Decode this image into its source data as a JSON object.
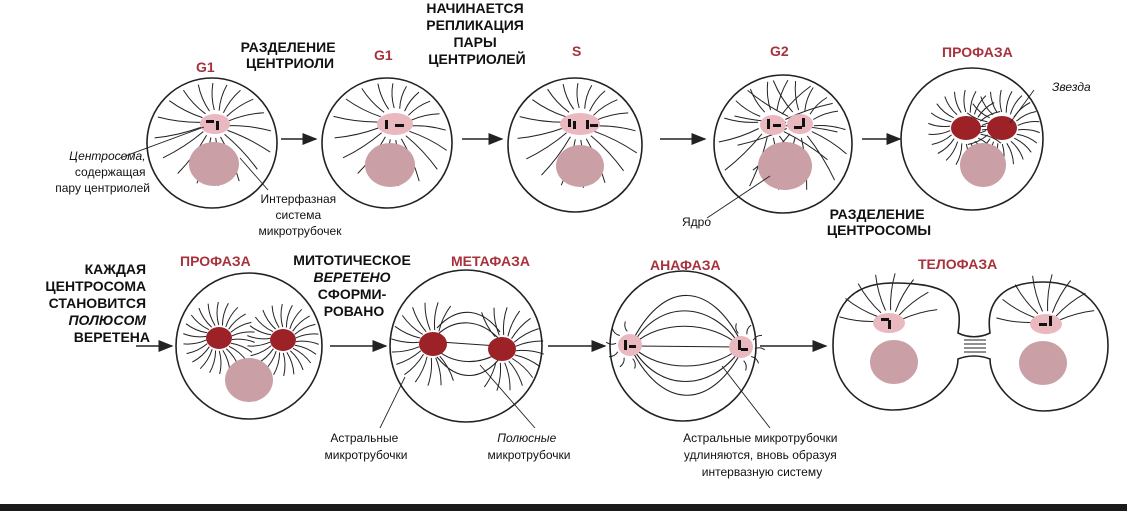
{
  "colors": {
    "nucleus": "#caa0a6",
    "centrosome": "#eab8bf",
    "aster": "#9d2227",
    "phase_label": "#a8323c"
  },
  "stages_top": {
    "g1a": "G1",
    "g1b": "G1",
    "s": "S",
    "g2": "G2",
    "prophase": "ПРОФАЗА"
  },
  "captions_top": {
    "centriole_separation": [
      "РАЗДЕЛЕНИЕ",
      "ЦЕНТРИОЛИ"
    ],
    "replication": [
      "НАЧИНАЕТСЯ",
      "РЕПЛИКАЦИЯ",
      "ПАРЫ",
      "ЦЕНТРИОЛЕЙ"
    ],
    "centrosome_separation": [
      "РАЗДЕЛЕНИЕ",
      "ЦЕНТРОСОМЫ"
    ]
  },
  "labels_top": {
    "centrosome": [
      "Центросома,",
      "содержащая",
      "пару центриолей"
    ],
    "interphase": [
      "Интерфазная",
      "система",
      "микротрубочек"
    ],
    "nucleus": "Ядро",
    "aster": "Звезда"
  },
  "stages_bottom": {
    "prophase": "ПРОФАЗА",
    "metaphase": "МЕТАФАЗА",
    "anaphase": "АНАФАЗА",
    "telophase": "ТЕЛОФАЗА"
  },
  "captions_bottom": {
    "each_centrosome": [
      "КАЖДАЯ",
      "ЦЕНТРОСОМА",
      "СТАНОВИТСЯ",
      "ПОЛЮСОМ",
      "ВЕРЕТЕНА"
    ],
    "spindle": [
      "МИТОТИЧЕСКОЕ",
      "ВЕРЕТЕНО",
      "СФОРМИ-",
      "РОВАНО"
    ]
  },
  "labels_bottom": {
    "astral": [
      "Астральные",
      "микротрубочки"
    ],
    "polar": [
      "Полюсные",
      "микротрубочки"
    ],
    "astral_lengthen": [
      "Астральные микротрубочки",
      "удлиняются, вновь образуя",
      "интервазную систему"
    ]
  }
}
